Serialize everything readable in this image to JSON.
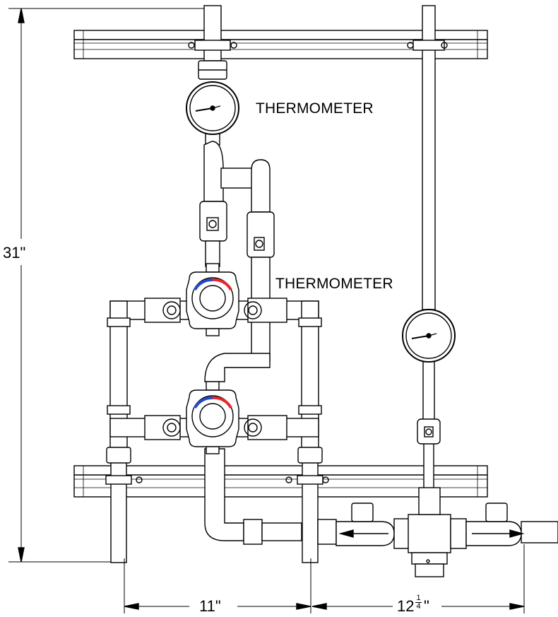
{
  "labels": {
    "thermometer_top": "THERMOMETER",
    "thermometer_middle": "THERMOMETER"
  },
  "dimensions": {
    "height": "31\"",
    "width_left": "11\"",
    "width_right_whole": "12",
    "width_right_numerator": "1",
    "width_right_denominator": "4",
    "width_right_unit": "\""
  },
  "colors": {
    "line": "#000000",
    "hot": "#e8262b",
    "cold": "#2a48c8"
  }
}
